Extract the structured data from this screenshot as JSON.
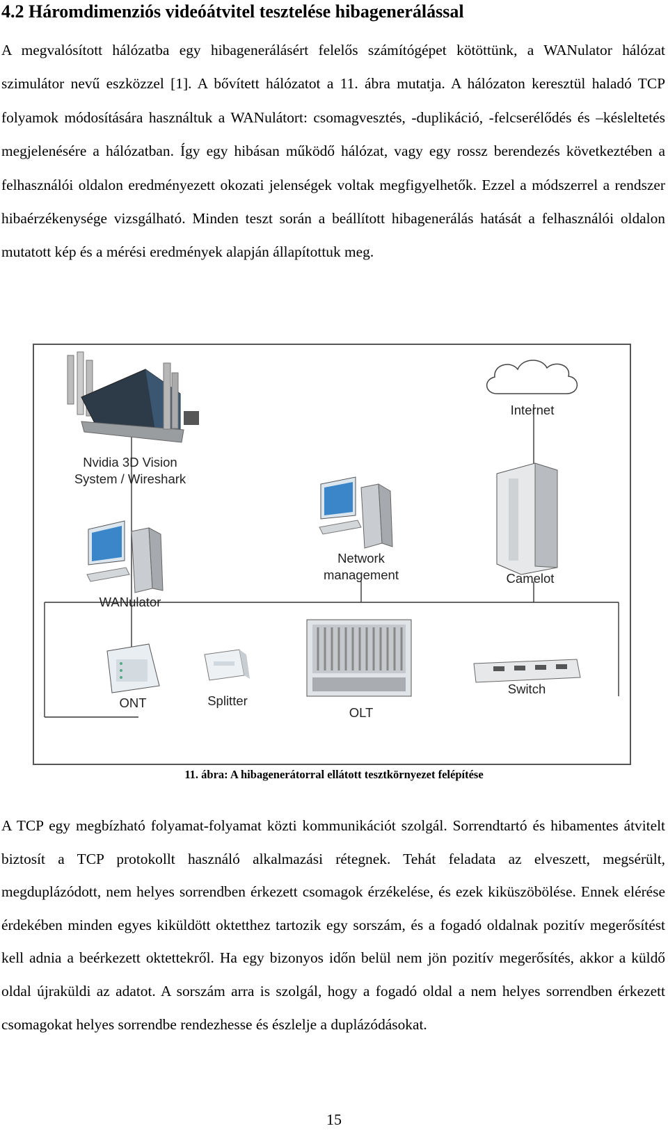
{
  "heading": "4.2 Háromdimenziós videóátvitel tesztelése hibagenerálással",
  "paragraph1": "A megvalósított hálózatba egy hibagenerálásért felelős számítógépet kötöttünk, a WANulator hálózat szimulátor nevű eszközzel [1]. A bővített hálózatot a 11. ábra mutatja. A hálózaton keresztül haladó TCP folyamok módosítására használtuk a WANulátort: csomagvesztés, -duplikáció, -felcserélődés és –késleltetés megjelenésére a hálózatban. Így egy hibásan működő hálózat, vagy egy rossz berendezés következtében a felhasználói oldalon eredményezett okozati jelenségek voltak megfigyelhetők. Ezzel a módszerrel a rendszer hibaérzékenysége vizsgálható. Minden teszt során a beállított hibagenerálás hatását a felhasználói oldalon mutatott kép és a mérési eredmények alapján állapítottuk meg.",
  "figure": {
    "labels": {
      "nvidia_line1": "Nvidia 3D Vision",
      "nvidia_line2": "System / Wireshark",
      "internet": "Internet",
      "network_line1": "Network",
      "network_line2": "management",
      "camelot": "Camelot",
      "wanulator": "WANulator",
      "ont": "ONT",
      "splitter": "Splitter",
      "olt": "OLT",
      "switch": "Switch"
    },
    "icons": [
      "3d-vision-display-icon",
      "cloud-icon",
      "server-rack-icon",
      "computer-workstation-icon",
      "ont-device-icon",
      "splitter-device-icon",
      "olt-chassis-icon",
      "network-switch-icon"
    ]
  },
  "caption": "11. ábra: A hibagenerátorral ellátott tesztkörnyezet felépítése",
  "paragraph2": "A TCP egy megbízható folyamat-folyamat közti kommunikációt szolgál. Sorrendtartó és hibamentes átvitelt biztosít a TCP protokollt használó alkalmazási rétegnek. Tehát feladata az elveszett, megsérült, megduplázódott, nem helyes sorrendben érkezett csomagok érzékelése, és ezek kiküszöbölése. Ennek elérése érdekében minden egyes kiküldött oktetthez tartozik egy sorszám, és a fogadó oldalnak pozitív megerősítést kell adnia a beérkezett oktettekről. Ha egy bizonyos időn belül nem jön pozitív megerősítés, akkor a küldő oldal újraküldi az adatot. A sorszám arra is szolgál, hogy a fogadó oldal a nem helyes sorrendben érkezett csomagokat helyes sorrendbe rendezhesse és észlelje a duplázódásokat.",
  "page_number": "15"
}
